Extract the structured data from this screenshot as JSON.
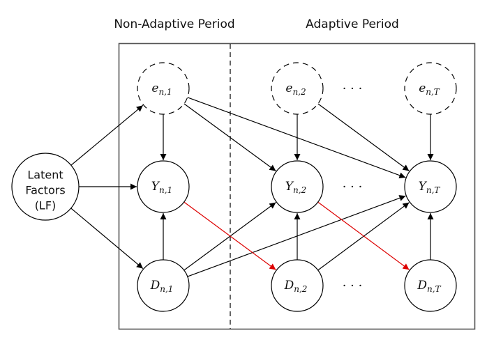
{
  "sections": {
    "non_adaptive": "Non-Adaptive Period",
    "adaptive": "Adaptive Period"
  },
  "latent_node": {
    "id": "LF",
    "lines": [
      "Latent",
      "Factors",
      "(LF)"
    ]
  },
  "nodes": [
    {
      "id": "e1",
      "base": "e",
      "sub": "n,1",
      "style": "dashed",
      "col": 1,
      "row": "e"
    },
    {
      "id": "e2",
      "base": "e",
      "sub": "n,2",
      "style": "dashed",
      "col": 2,
      "row": "e"
    },
    {
      "id": "eT",
      "base": "e",
      "sub": "n,T",
      "style": "dashed",
      "col": 3,
      "row": "e"
    },
    {
      "id": "Y1",
      "base": "Y",
      "sub": "n,1",
      "style": "solid",
      "col": 1,
      "row": "Y"
    },
    {
      "id": "Y2",
      "base": "Y",
      "sub": "n,2",
      "style": "solid",
      "col": 2,
      "row": "Y"
    },
    {
      "id": "YT",
      "base": "Y",
      "sub": "n,T",
      "style": "solid",
      "col": 3,
      "row": "Y"
    },
    {
      "id": "D1",
      "base": "D",
      "sub": "n,1",
      "style": "solid",
      "col": 1,
      "row": "D"
    },
    {
      "id": "D2",
      "base": "D",
      "sub": "n,2",
      "style": "solid",
      "col": 2,
      "row": "D"
    },
    {
      "id": "DT",
      "base": "D",
      "sub": "n,T",
      "style": "solid",
      "col": 3,
      "row": "D"
    }
  ],
  "ellipsis": "· · ·",
  "edges": [
    {
      "from": "LF",
      "to": "e1",
      "color": "#000000"
    },
    {
      "from": "LF",
      "to": "Y1",
      "color": "#000000"
    },
    {
      "from": "LF",
      "to": "D1",
      "color": "#000000"
    },
    {
      "from": "e1",
      "to": "Y1",
      "color": "#000000"
    },
    {
      "from": "e1",
      "to": "Y2",
      "color": "#000000"
    },
    {
      "from": "e1",
      "to": "YT",
      "color": "#000000"
    },
    {
      "from": "e2",
      "to": "Y2",
      "color": "#000000"
    },
    {
      "from": "e2",
      "to": "YT",
      "color": "#000000"
    },
    {
      "from": "eT",
      "to": "YT",
      "color": "#000000"
    },
    {
      "from": "D1",
      "to": "Y1",
      "color": "#000000"
    },
    {
      "from": "D1",
      "to": "Y2",
      "color": "#000000"
    },
    {
      "from": "D1",
      "to": "YT",
      "color": "#000000"
    },
    {
      "from": "D2",
      "to": "Y2",
      "color": "#000000"
    },
    {
      "from": "D2",
      "to": "YT",
      "color": "#000000"
    },
    {
      "from": "DT",
      "to": "YT",
      "color": "#000000"
    },
    {
      "from": "Y1",
      "to": "D2",
      "color": "#dd0000"
    },
    {
      "from": "Y2",
      "to": "DT",
      "color": "#dd0000"
    }
  ]
}
